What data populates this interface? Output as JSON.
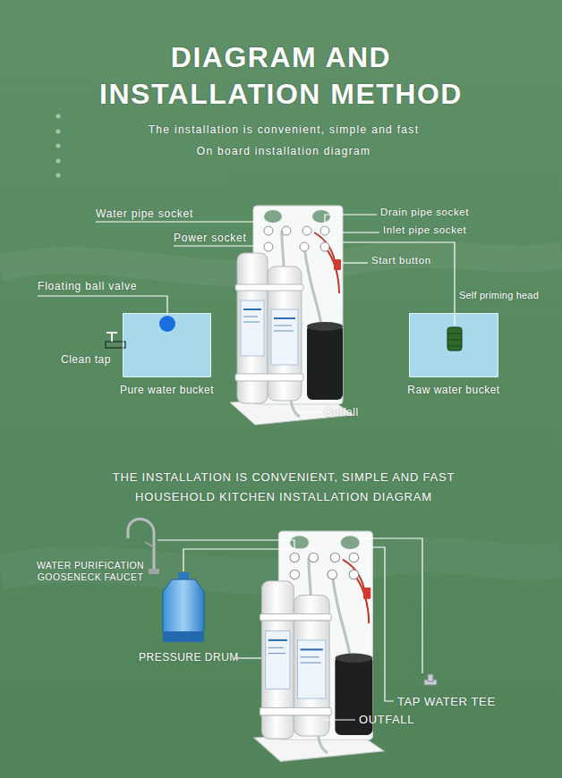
{
  "diagram": {
    "title": "DIAGRAM AND INSTALLATION METHOD",
    "nodes": [
      {
        "text": [
          "Pure water bucket"
        ]
      },
      {
        "text": [
          "Raw water bucket"
        ]
      }
    ],
    "labels": [
      "The installation is convenient, simple and fast",
      "On board installation diagram",
      "Water pipe socket",
      "Power socket",
      "Drain pipe socket",
      "Inlet pipe socket",
      "Start button",
      "Floating ball valve",
      "Self priming head",
      "Clean tap",
      "Outfall",
      "THE INSTALLATION IS CONVENIENT, SIMPLE AND FAST",
      "HOUSEHOLD KITCHEN INSTALLATION DIAGRAM",
      "WATER PURIFICATION GOOSENECK FAUCET",
      "PRESSURE DRUM",
      "TAP WATER TEE",
      "OUTFALL"
    ]
  }
}
